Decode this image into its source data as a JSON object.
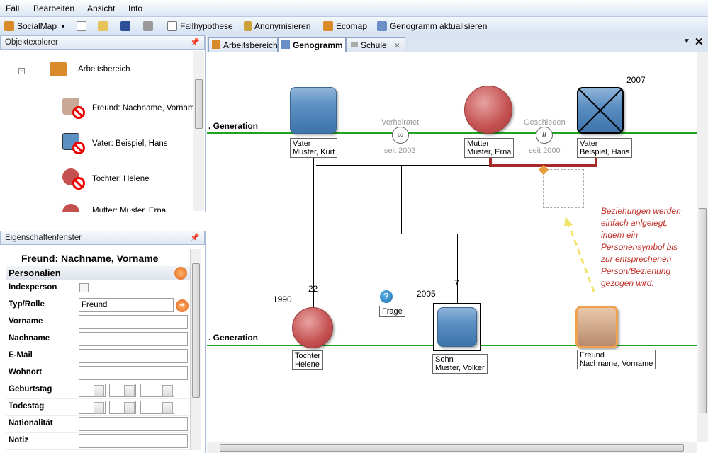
{
  "menu": [
    "Fall",
    "Bearbeiten",
    "Ansicht",
    "Info"
  ],
  "toolbar": {
    "socialmap": "SocialMap",
    "fallhypothese": "Fallhypothese",
    "anonymisieren": "Anonymisieren",
    "ecomap": "Ecomap",
    "genogramm_update": "Genogramm aktualisieren"
  },
  "explorer": {
    "title": "Objektexplorer",
    "root": "Arbeitsbereich",
    "items": [
      "Freund: Nachname, Vorname",
      "Vater: Beispiel, Hans",
      "Tochter: Helene",
      "Mutter: Muster, Erna"
    ]
  },
  "properties": {
    "title": "Eigenschaftenfenster",
    "heading": "Freund: Nachname, Vorname",
    "section": "Personalien",
    "fields": {
      "indexperson": "Indexperson",
      "typ": "Typ/Rolle",
      "typ_value": "Freund",
      "vorname": "Vorname",
      "nachname": "Nachname",
      "email": "E-Mail",
      "wohnort": "Wohnort",
      "geburtstag": "Geburtstag",
      "todestag": "Todestag",
      "nationalitaet": "Nationalität",
      "notiz": "Notiz"
    }
  },
  "tabs": [
    "Arbeitsbereich",
    "Genogramm",
    "Schule"
  ],
  "genogram": {
    "generation": ". Generation",
    "persons": {
      "vater_kurt": [
        "Vater",
        "Muster, Kurt"
      ],
      "mutter_erna": [
        "Mutter",
        "Muster, Erna"
      ],
      "vater_hans": [
        "Vater",
        "Beispiel, Hans"
      ],
      "tochter": [
        "Tochter",
        "Helene"
      ],
      "sohn": [
        "Sohn",
        "Muster, Volker"
      ],
      "freund": [
        "Freund",
        "Nachname, Vorname"
      ]
    },
    "rel1": {
      "label": "Verheiratet",
      "since": "seit 2003"
    },
    "rel2": {
      "label": "Geschieden",
      "since": "seit 2000"
    },
    "years": {
      "hans": "2007",
      "tochter": "1990",
      "sohn": "2005"
    },
    "ages": {
      "tochter": "22",
      "sohn": "7"
    },
    "frage": "Frage",
    "hint": "Beziehungen werden einfach anlgelegt, indem ein Personensymbol bis zur entsprechenen Person/Beziehung gezogen wird."
  }
}
